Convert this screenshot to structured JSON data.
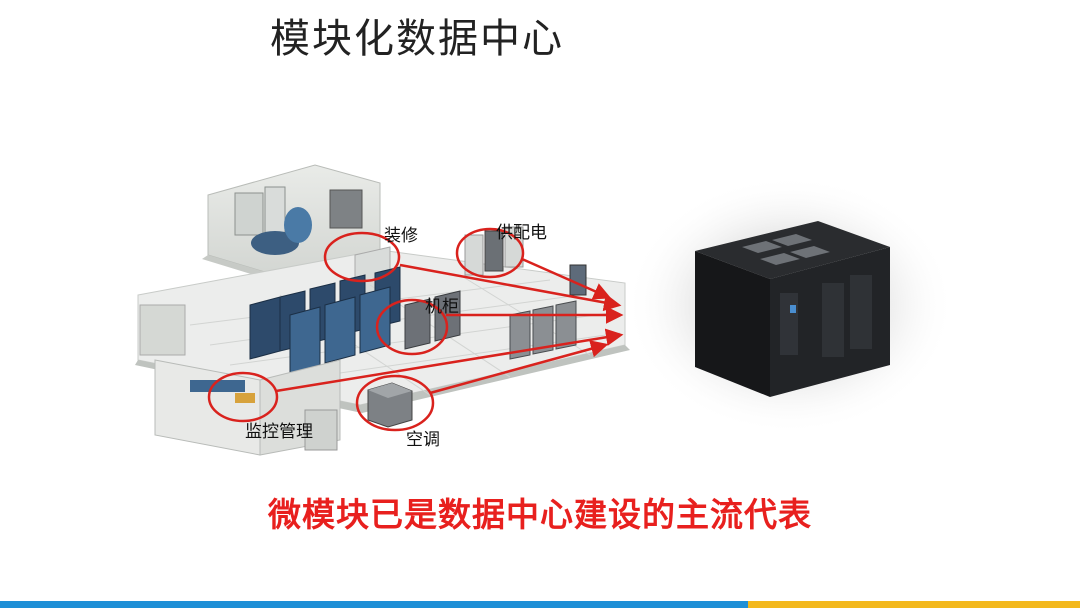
{
  "slide": {
    "title": "模块化数据中心",
    "caption": "微模块已是数据中心建设的主流代表"
  },
  "callouts": {
    "decoration": "装修",
    "power": "供配电",
    "cabinet": "机柜",
    "monitor": "监控管理",
    "aircon": "空调"
  },
  "colors": {
    "caption": "#e8201e",
    "arrow": "#d9221d",
    "footer_blue": "#1e8fd6",
    "footer_gold": "#f3b81c"
  }
}
